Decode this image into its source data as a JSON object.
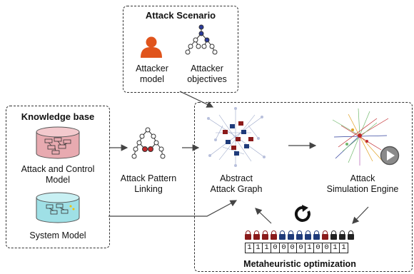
{
  "attack_scenario": {
    "title": "Attack Scenario",
    "attacker_model": [
      "Attacker",
      "model"
    ],
    "attacker_objectives": [
      "Attacker",
      "objectives"
    ]
  },
  "knowledge_base": {
    "title": "Knowledge base",
    "attack_control_model": [
      "Attack and Control",
      "Model"
    ],
    "system_model": "System Model"
  },
  "pattern_linking": [
    "Attack Pattern",
    "Linking"
  ],
  "abstract_graph": [
    "Abstract",
    "Attack Graph"
  ],
  "simulation_engine": [
    "Attack",
    "Simulation Engine"
  ],
  "metaheuristic": {
    "title": "Metaheuristic optimization",
    "bits": [
      "1",
      "1",
      "1",
      "0",
      "0",
      "0",
      "0",
      "1",
      "0",
      "0",
      "1",
      "1"
    ],
    "lock_colors": [
      "#8b1a1a",
      "#8b1a1a",
      "#8b1a1a",
      "#8b1a1a",
      "#1f3b7a",
      "#1f3b7a",
      "#1f3b7a",
      "#1f3b7a",
      "#1f3b7a",
      "#8b1a1a",
      "#222222",
      "#222222",
      "#222222"
    ]
  },
  "colors": {
    "attacker": "#e0541c",
    "red_node": "#c0282b",
    "blue_node": "#2a3a9a",
    "db_attack": "#e8aab0",
    "db_system": "#9fe0e6"
  },
  "icons": [
    "person-icon",
    "tree-icon",
    "database-icon",
    "graph-thumbnail",
    "play-icon",
    "refresh-icon",
    "lock-icon"
  ]
}
